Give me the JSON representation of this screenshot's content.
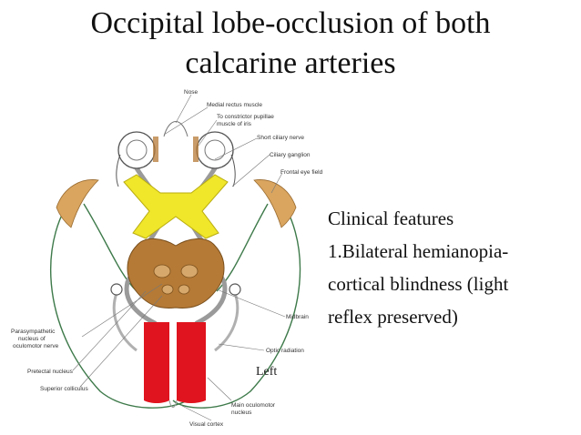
{
  "title": {
    "line1": "Occipital lobe-occlusion of both",
    "line2": "calcarine arteries"
  },
  "features": {
    "heading": "Clinical features",
    "line1": "1.Bilateral hemianopia-",
    "line2": "cortical blindness (light",
    "line3": "reflex preserved)"
  },
  "diagram": {
    "labels": {
      "nose": "Nose",
      "medial_rectus": "Medial rectus muscle",
      "constrictor_1": "To constrictor pupillae",
      "constrictor_2": "muscle of iris",
      "short_ciliary": "Short ciliary nerve",
      "ciliary_ganglion": "Ciliary ganglion",
      "frontal_eye_field": "Frontal eye field",
      "midbrain": "Midbrain",
      "parasym_1": "Parasympathetic",
      "parasym_2": "nucleus of",
      "parasym_3": "oculomotor nerve",
      "pretectal": "Pretectal nucleus",
      "superior_colliculus": "Superior colliculus",
      "optic_radiation": "Optic radiation",
      "main_oculo_1": "Main oculomotor",
      "main_oculo_2": "nucleus",
      "visual_cortex": "Visual cortex",
      "left": "Left"
    },
    "colors": {
      "chiasm": "#f0e62a",
      "midbrain": "#b57a36",
      "occlusion": "#e0141e",
      "cortex": "#d9a55f",
      "pathway": "#3e7a4a",
      "nerve": "#999999"
    }
  }
}
